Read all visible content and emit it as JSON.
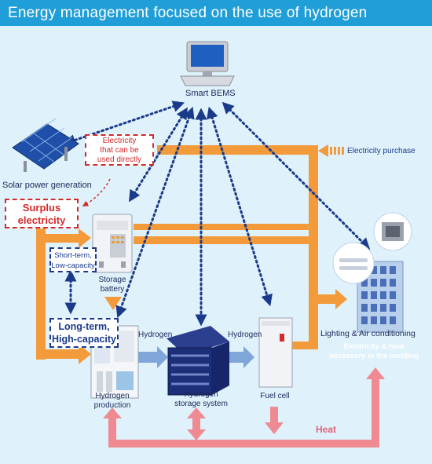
{
  "title": "Energy management focused on the use of hydrogen",
  "nodes": {
    "bems": "Smart BEMS",
    "solar": "Solar power generation",
    "electricity_direct": "Electricity\nthat can be\nused directly",
    "purchase": "Electricity purchase",
    "surplus": "Surplus\nelectricity",
    "short_term": "Short-term,\nLow-capacity",
    "storage_battery": "Storage\nbattery",
    "long_term": "Long-term,\nHigh-capacity",
    "hydrogen_production": "Hydrogen\nproduction",
    "hydrogen_label_1": "Hydrogen",
    "hydrogen_storage": "Hydrogen\nstorage system",
    "hydrogen_label_2": "Hydrogen",
    "fuel_cell": "Fuel cell",
    "lighting": "Lighting & Air conditioning",
    "building_need": "Electricity & heat\nnecessary in the building",
    "heat": "Heat"
  },
  "colors": {
    "header": "#1f9ed8",
    "background": "#dff1fb",
    "electricity_flow": "#f39a3a",
    "heat_flow": "#ef8a92",
    "hydrogen_flow": "#7fa6d8",
    "bems_link": "#1a3a8a",
    "surplus_link": "#d32a2a"
  }
}
